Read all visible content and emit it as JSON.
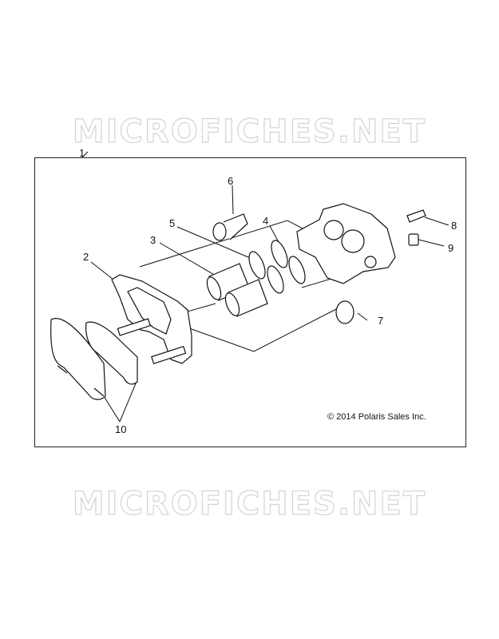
{
  "watermark": {
    "text": "MICROFICHES.NET"
  },
  "diagram": {
    "copyright": "© 2014 Polaris Sales Inc.",
    "callouts": [
      "1",
      "2",
      "3",
      "4",
      "5",
      "6",
      "7",
      "8",
      "9",
      "10"
    ]
  }
}
